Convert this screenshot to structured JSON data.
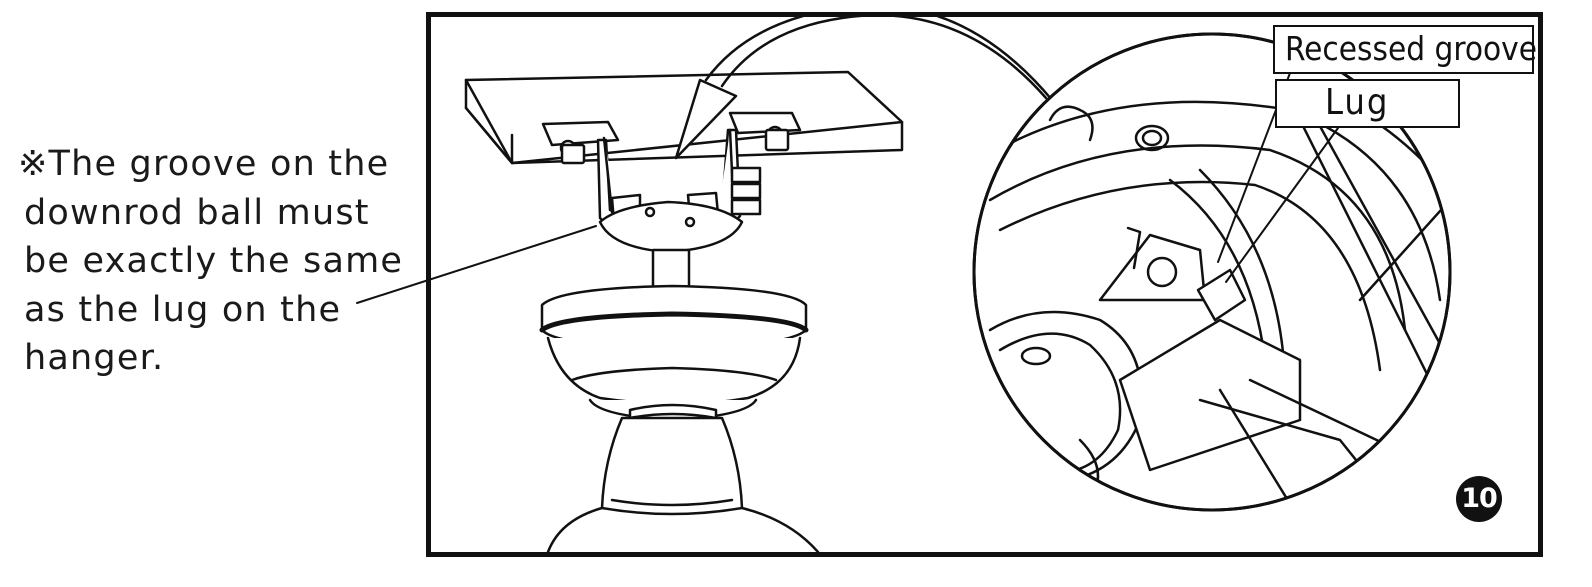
{
  "note": {
    "lines": [
      "※The groove on the",
      "downrod ball must",
      "be exactly the same",
      "as the lug on the",
      "hanger."
    ]
  },
  "callouts": {
    "recessed_groove": "Recessed groove",
    "lug": "Lug"
  },
  "step": {
    "number": "10"
  },
  "colors": {
    "line": "#111111",
    "background": "#ffffff"
  }
}
